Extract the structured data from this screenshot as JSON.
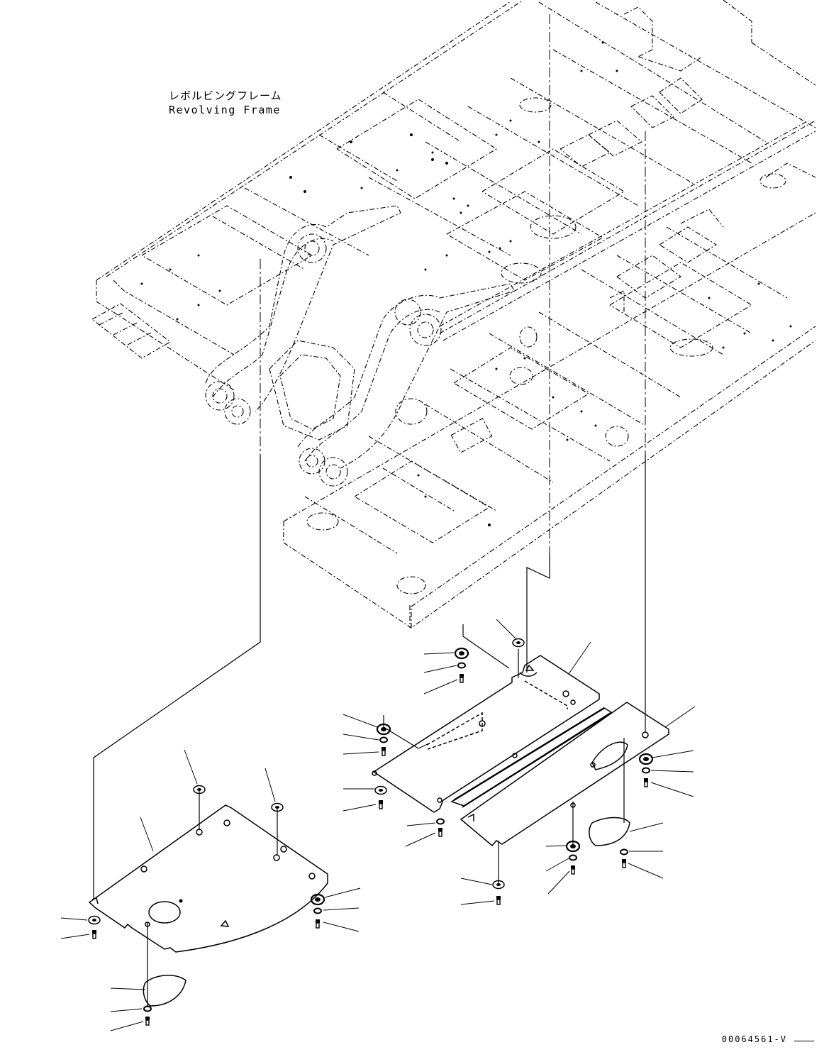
{
  "labels": {
    "frame_name_ja": "レボルビングフレーム",
    "frame_name_en": "Revolving Frame",
    "drawing_code": "00064561-V"
  },
  "colors": {
    "line": "#000000",
    "background": "#ffffff"
  }
}
